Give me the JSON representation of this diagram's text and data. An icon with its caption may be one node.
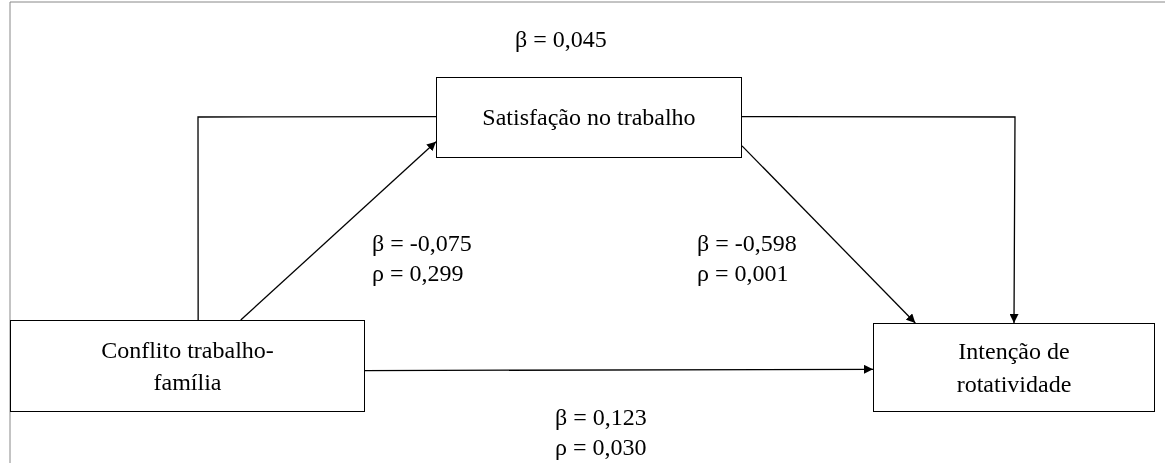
{
  "diagram": {
    "nodes": [
      {
        "text": [
          "Satisfação no trabalho"
        ]
      },
      {
        "text": [
          "Conflito trabalho-família"
        ]
      },
      {
        "text": [
          "Intenção de rotatividade"
        ]
      }
    ],
    "edges": [
      {
        "from": 1,
        "to": 0,
        "arrow": "to",
        "label": "β = -0,075 ρ = 0,299"
      },
      {
        "from": 0,
        "to": 2,
        "arrow": "to",
        "label": "β = -0,598 ρ = 0,001"
      },
      {
        "from": 1,
        "to": 2,
        "arrow": "to",
        "label": "β = 0,123 ρ = 0,030"
      },
      {
        "from": 1,
        "to": 0,
        "arrow": "none"
      },
      {
        "from": 0,
        "to": 2,
        "arrow": "to"
      }
    ],
    "labels": [
      "β = 0,045"
    ]
  }
}
